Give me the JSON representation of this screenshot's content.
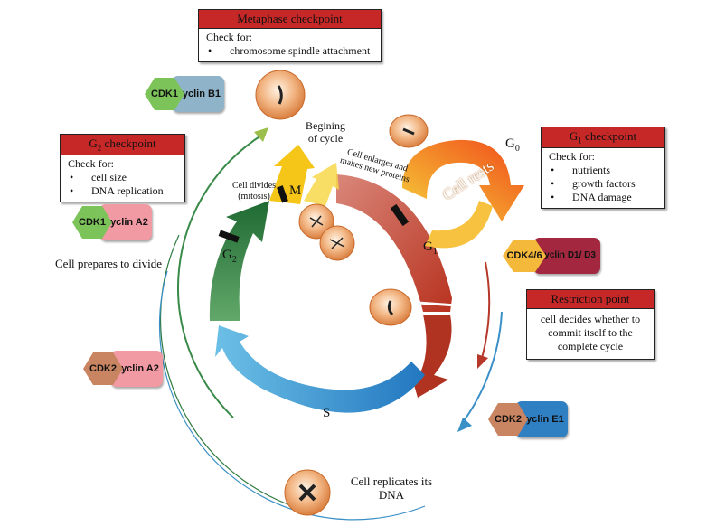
{
  "checkpoints": {
    "metaphase": {
      "title": "Metaphase checkpoint",
      "check_label": "Check for:",
      "items": [
        "chromosome spindle attachment"
      ]
    },
    "g2": {
      "title_prefix": "G",
      "title_sub": "2",
      "title_suffix": " checkpoint",
      "check_label": "Check for:",
      "items": [
        "cell size",
        "DNA replication"
      ]
    },
    "g1": {
      "title_prefix": "G",
      "title_sub": "1",
      "title_suffix": " checkpoint",
      "check_label": "Check for:",
      "items": [
        "nutrients",
        "growth factors",
        "DNA damage"
      ]
    },
    "restriction": {
      "title": "Restriction point",
      "text": "cell decides whether to commit itself to the complete cycle"
    }
  },
  "phases": {
    "m": "M",
    "g1_main": "G",
    "g1_sub": "1",
    "g2_main": "G",
    "g2_sub": "2",
    "s": "S",
    "g0_main": "G",
    "g0_sub": "0"
  },
  "labels": {
    "beginning": "Begining of cycle",
    "cell_divides": "Cell divides (mitosis)",
    "cell_enlarges": "Cell enlarges and makes new proteins",
    "cell_rests": "Cell rests",
    "prepares": "Cell prepares to divide",
    "replicates": "Cell replicates its DNA"
  },
  "complexes": {
    "cdk1_b1": {
      "cdk": "CDK1",
      "cyclin": "Cyclin B1"
    },
    "cdk1_a2": {
      "cdk": "CDK1",
      "cyclin": "Cyclin A2"
    },
    "cdk2_a2": {
      "cdk": "CDK2",
      "cyclin": "Cyclin A2"
    },
    "cdk46_d": {
      "cdk": "CDK4/6",
      "cyclin": "Cyclin D1/ D3"
    },
    "cdk2_e1": {
      "cdk": "CDK2",
      "cyclin": "Cyclin E1"
    }
  },
  "colors": {
    "checkpoint_header": "#c62828",
    "g1_arc": "#c0442c",
    "s_arc": "#3a8fd0",
    "g2_arc": "#2e7a3e",
    "m_arrow": "#f5c518",
    "g0_arrow": "#f39c12",
    "cell": "#e59a5a",
    "cdk1": "#7cc35a",
    "cdk2": "#c98462",
    "cdk46": "#f4b93a",
    "cyclin_b1": "#8fb3c9",
    "cyclin_a2": "#f29aa3",
    "cyclin_d": "#a3283f",
    "cyclin_e1": "#2f7fc3"
  }
}
